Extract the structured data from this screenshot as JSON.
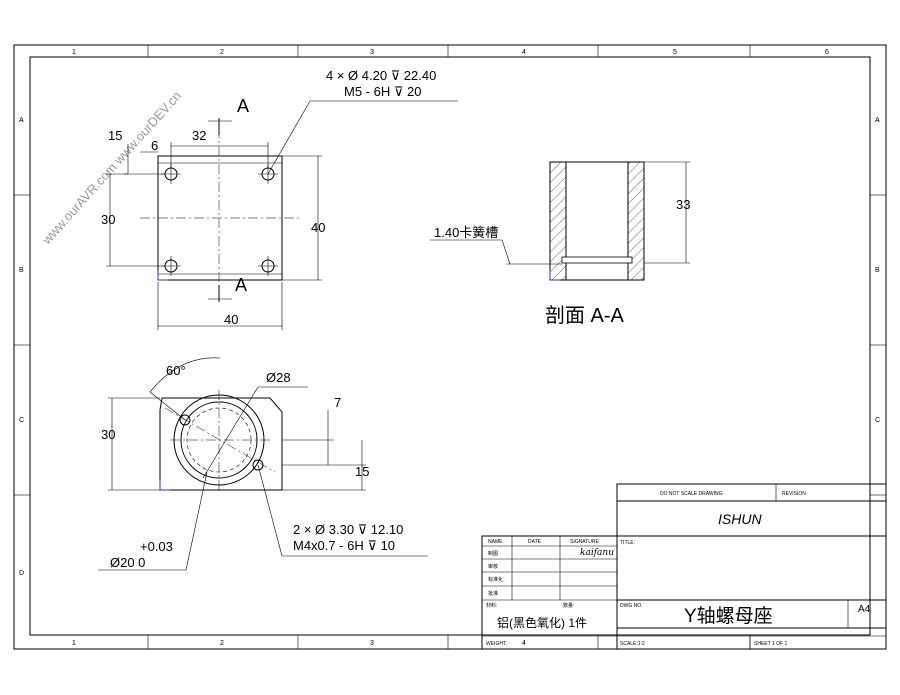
{
  "border": {
    "col_labels": [
      "1",
      "2",
      "3",
      "4",
      "5",
      "6"
    ],
    "row_labels": [
      "A",
      "B",
      "C",
      "D"
    ]
  },
  "watermark": "www.ourAVR.com  www.ourDEV.cn",
  "top_view": {
    "section_mark": "A",
    "hole_callout_line1": "4 × Ø 4.20 ⊽ 22.40",
    "hole_callout_line2": "M5 - 6H ⊽ 20",
    "dim_15": "15",
    "dim_6": "6",
    "dim_32": "32",
    "dim_30": "30",
    "dim_40_right": "40",
    "dim_40_bottom": "40"
  },
  "section_view": {
    "groove_label": "1.40卡簧槽",
    "dim_33": "33",
    "title": "剖面 A-A"
  },
  "bottom_view": {
    "angle": "60°",
    "bore_dia": "Ø28",
    "dim_7": "7",
    "dim_30": "30",
    "dim_15": "15",
    "hole_callout_line1": "2 × Ø 3.30 ⊽ 12.10",
    "hole_callout_line2": "M4x0.7 - 6H ⊽ 10",
    "tol_upper": "+0.03",
    "tol_base": "Ø20  0"
  },
  "title_block": {
    "do_not_scale": "DO NOT SCALE DRAWING",
    "revision": "REVISION",
    "company": "ISHUN",
    "title_label": "TITLE:",
    "name_col": "NAME",
    "date_col": "DATE",
    "signature_col": "SIGNATURE",
    "row_labels": [
      "制图",
      "审核",
      "标准化",
      "批准"
    ],
    "signature": "kaifanu",
    "material_label": "材料:",
    "quantity_label": "数量:",
    "material": "铝(黑色氧化) 1件",
    "dwg_no_label": "DWG NO.",
    "drawing_title": "Y轴螺母座",
    "sheet_size": "A4",
    "weight_label": "WEIGHT:",
    "scale_label": "SCALE:1:2",
    "sheet_label": "SHEET 1 OF 1"
  }
}
